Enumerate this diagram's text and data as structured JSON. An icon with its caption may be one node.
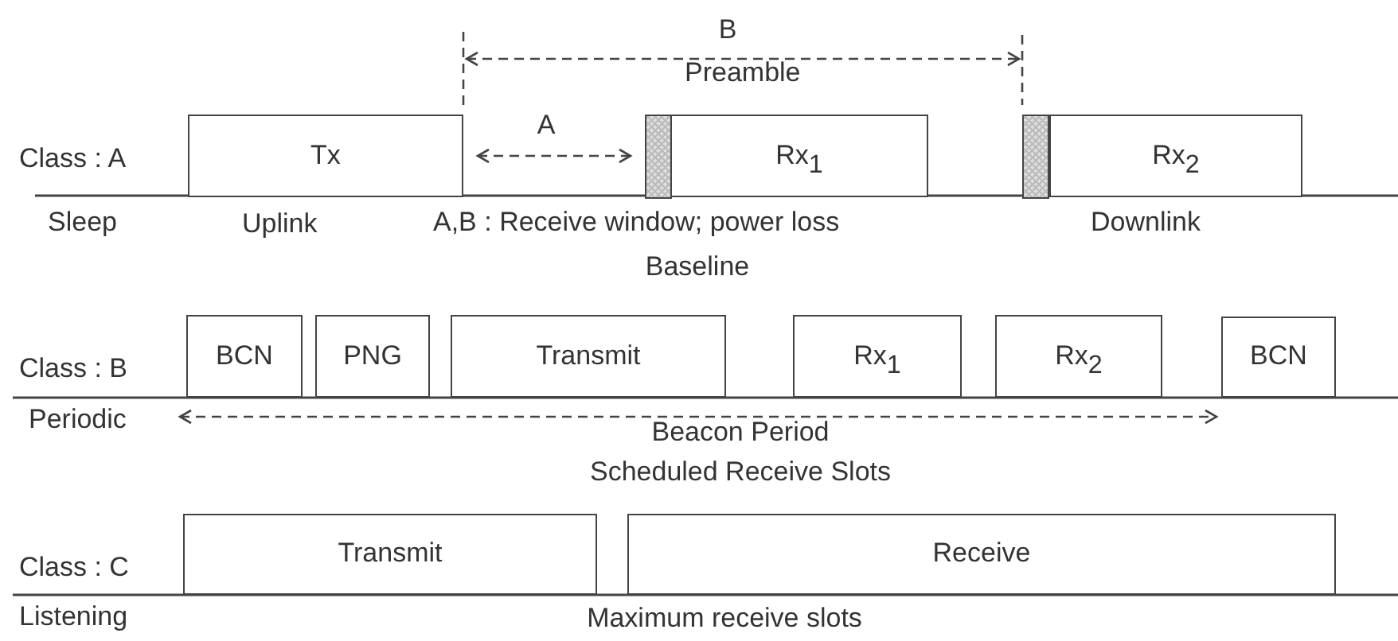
{
  "diagram": {
    "nodes": [
      {
        "text": [
          "Tx"
        ]
      },
      {
        "text": [],
        "shape": "bar"
      },
      {
        "text": [
          "Rx$_{1}$"
        ]
      },
      {
        "text": [],
        "shape": "bar"
      },
      {
        "text": [
          "Rx$_{2}$"
        ]
      },
      {
        "text": [
          "BCN"
        ]
      },
      {
        "text": [
          "PNG"
        ]
      },
      {
        "text": [
          "Transmit"
        ]
      },
      {
        "text": [
          "Rx$_{1}$"
        ]
      },
      {
        "text": [
          "Rx$_{2}$"
        ]
      },
      {
        "text": [
          "BCN"
        ]
      },
      {
        "text": [
          "Transmit"
        ]
      },
      {
        "text": [
          "Receive"
        ]
      }
    ],
    "edges": [],
    "labels": [
      "B",
      "Preamble",
      "A",
      "Class : A",
      "Sleep",
      "Uplink",
      "A,B : Receive window; power loss",
      "Downlink",
      "Baseline",
      "Class : B",
      "Periodic",
      "Beacon Period",
      "Scheduled Receive Slots",
      "Class : C",
      "Listening",
      "Maximum receive slots"
    ]
  }
}
